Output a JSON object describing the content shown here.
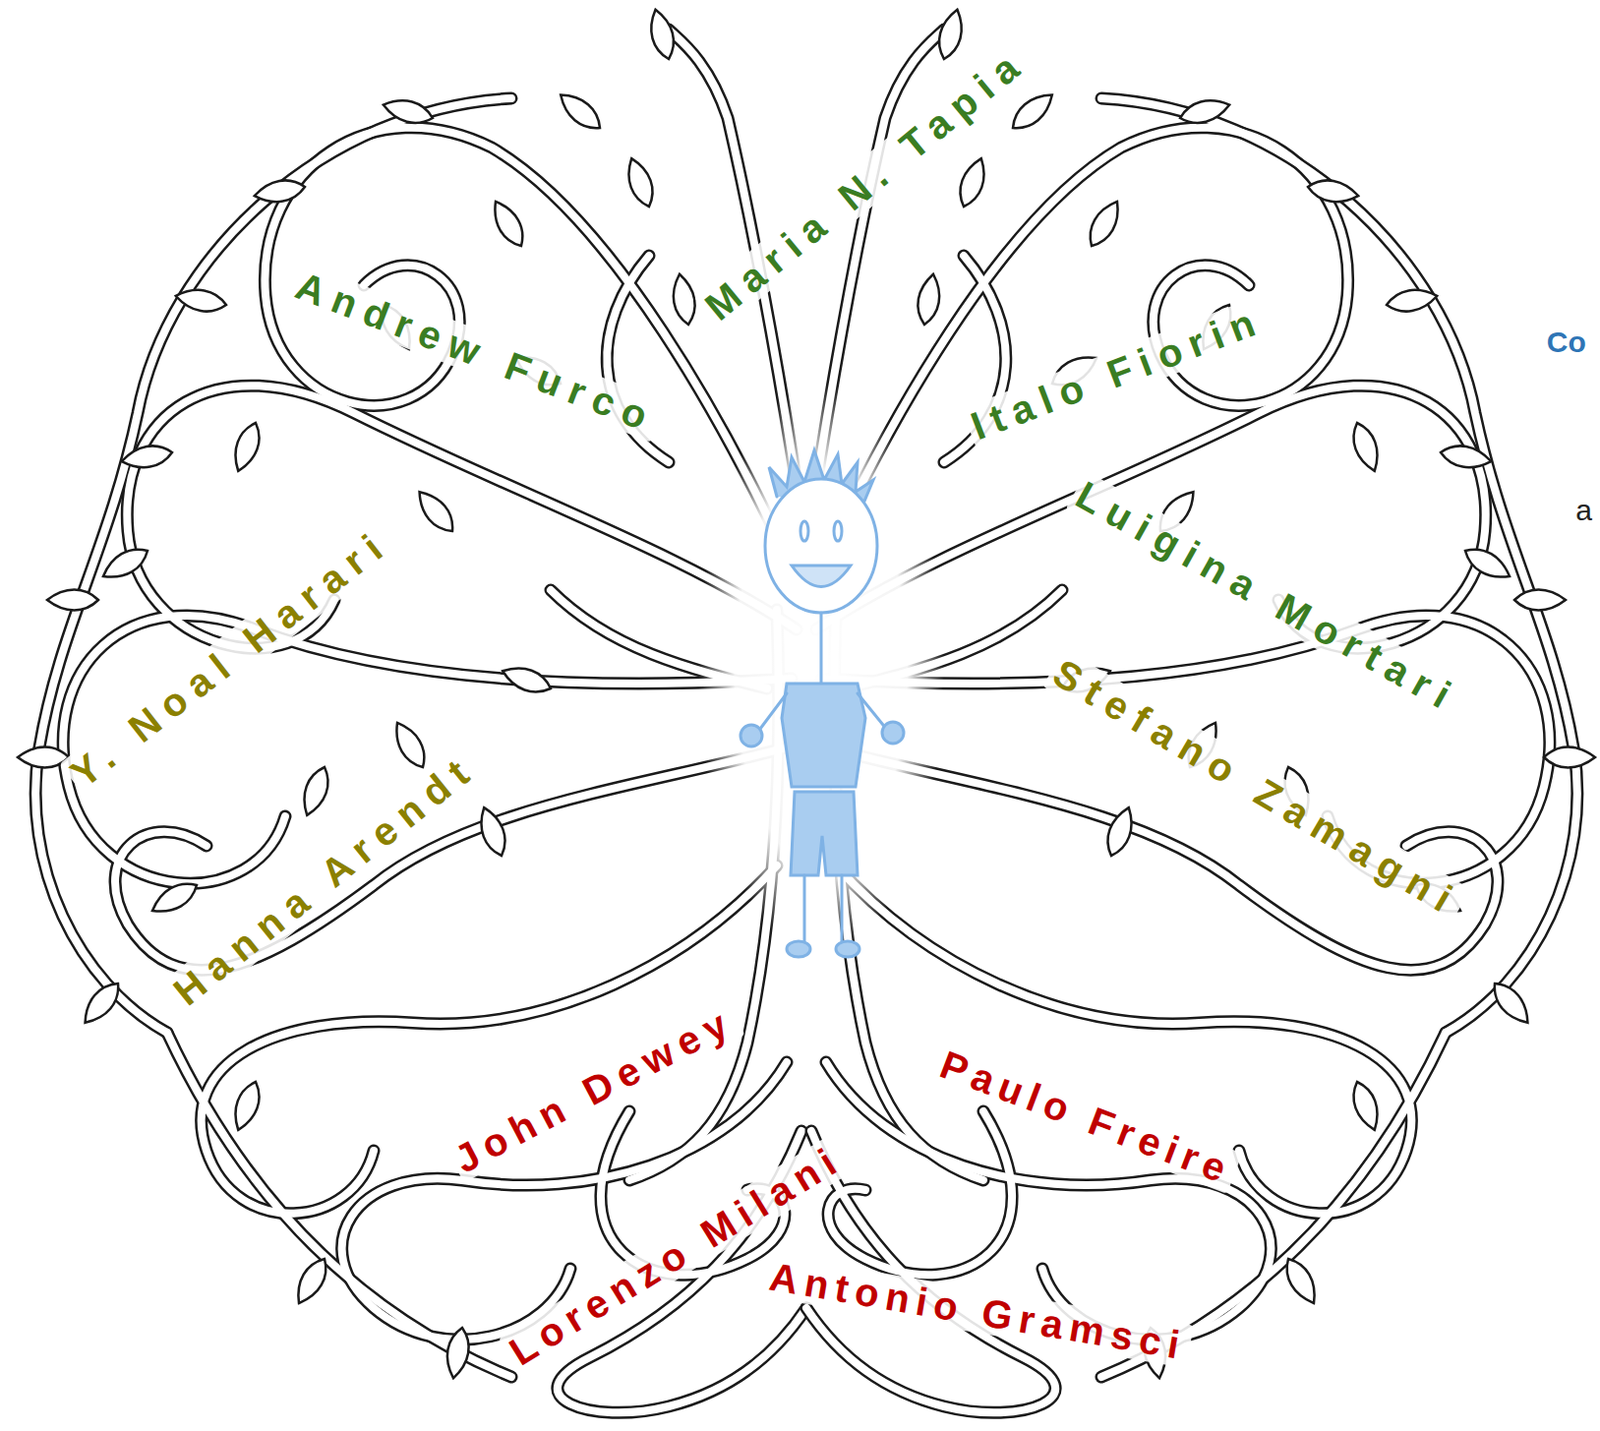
{
  "diagram": {
    "labels": [
      "Maria N. Tapia",
      "Andrew Furco",
      "Italo Fiorin",
      "Co",
      "Luigina Mortari",
      "a",
      "Y. Noal Harari",
      "Stefano Zamagni",
      "Hanna Arendt",
      "John Dewey",
      "Paulo Freire",
      "Lorenzo Milani",
      "Antonio Gramsci"
    ]
  }
}
